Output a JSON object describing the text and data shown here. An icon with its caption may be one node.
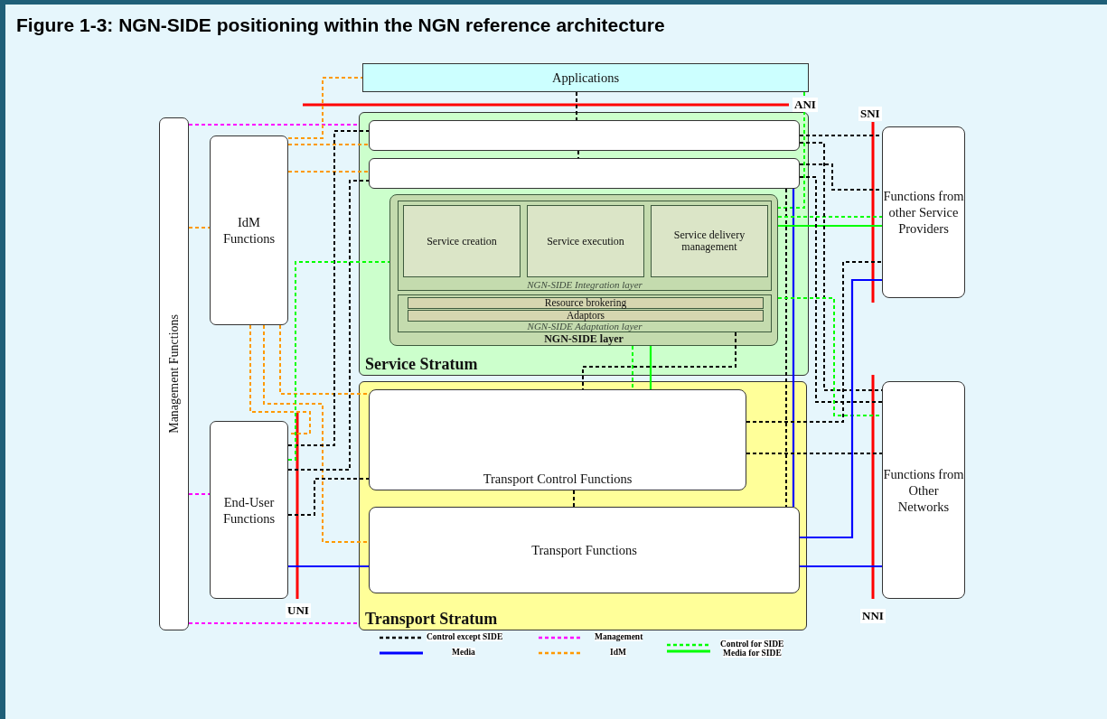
{
  "diagram": {
    "title": "Figure 1-3: NGN-SIDE positioning within the NGN reference architecture",
    "nodes": [
      {
        "text": [
          "Applications"
        ]
      },
      {
        "text": [
          "Management Functions"
        ]
      },
      {
        "text": [
          "IdM Functions"
        ]
      },
      {
        "text": [
          "End-User Functions"
        ]
      },
      {
        "text": [
          "Service Stratum"
        ]
      },
      {
        "text": [],
        "shape": "box",
        "in": 4
      },
      {
        "text": [],
        "shape": "box",
        "in": 4
      },
      {
        "text": [
          "NGN-SIDE layer"
        ],
        "in": 4
      },
      {
        "text": [
          "NGN-SIDE Integration layer"
        ],
        "in": 7
      },
      {
        "text": [
          "Service creation"
        ],
        "in": 8
      },
      {
        "text": [
          "Service execution"
        ],
        "in": 8
      },
      {
        "text": [
          "Service delivery management"
        ],
        "in": 8
      },
      {
        "text": [
          "NGN-SIDE Adaptation layer"
        ],
        "in": 7
      },
      {
        "text": [
          "Resource brokering"
        ],
        "in": 12
      },
      {
        "text": [
          "Adaptors"
        ],
        "in": 12
      },
      {
        "text": [
          "Transport Stratum"
        ]
      },
      {
        "text": [
          "Transport Control Functions"
        ],
        "in": 15
      },
      {
        "text": [
          "Transport Functions"
        ],
        "in": 15
      },
      {
        "text": [
          "Functions from other Service Providers"
        ]
      },
      {
        "text": [
          "Functions from Other Networks"
        ]
      }
    ],
    "edges": [
      {
        "from": 1,
        "to": 4,
        "arrow": "none",
        "style": "dashed",
        "color": "#ff00ff"
      },
      {
        "from": 1,
        "to": 2,
        "arrow": "none",
        "style": "dashed",
        "color": "#ff9900"
      },
      {
        "from": 1,
        "to": 3,
        "arrow": "none",
        "style": "dashed",
        "color": "#ff00ff"
      },
      {
        "from": 1,
        "to": 15,
        "arrow": "none",
        "style": "dashed",
        "color": "#ff00ff"
      },
      {
        "from": 2,
        "to": 0,
        "arrow": "none",
        "style": "dashed",
        "color": "#ff9900"
      },
      {
        "from": 2,
        "to": 5,
        "arrow": "none",
        "style": "dashed",
        "color": "#ff9900"
      },
      {
        "from": 2,
        "to": 6,
        "arrow": "none",
        "style": "dashed",
        "color": "#ff9900"
      },
      {
        "from": 2,
        "to": 16,
        "arrow": "none",
        "style": "dashed",
        "color": "#ff9900"
      },
      {
        "from": 2,
        "to": 17,
        "arrow": "none",
        "style": "dashed",
        "color": "#ff9900"
      },
      {
        "from": 2,
        "to": 3,
        "arrow": "none",
        "style": "dashed",
        "color": "#ff9900"
      },
      {
        "from": 3,
        "to": 5,
        "arrow": "none",
        "style": "dashed"
      },
      {
        "from": 3,
        "to": 6,
        "arrow": "none",
        "style": "dashed"
      },
      {
        "from": 3,
        "to": 16,
        "arrow": "none",
        "style": "dashed"
      },
      {
        "from": 3,
        "to": 17,
        "arrow": "none",
        "color": "#0000ff"
      },
      {
        "from": 3,
        "to": 7,
        "arrow": "none",
        "style": "dashed",
        "color": "#00ff00"
      },
      {
        "from": 0,
        "to": 5,
        "arrow": "none",
        "style": "dashed"
      },
      {
        "from": 0,
        "to": 7,
        "arrow": "none",
        "style": "dashed",
        "color": "#00ff00"
      },
      {
        "from": 5,
        "to": 6,
        "arrow": "none",
        "style": "dashed"
      },
      {
        "from": 6,
        "to": 17,
        "arrow": "none",
        "style": "dashed"
      },
      {
        "from": 6,
        "to": 17,
        "arrow": "none",
        "color": "#0000ff"
      },
      {
        "from": 7,
        "to": 16,
        "arrow": "none",
        "style": "dashed",
        "color": "#00ff00"
      },
      {
        "from": 7,
        "to": 16,
        "arrow": "none",
        "color": "#00ff00"
      },
      {
        "from": 12,
        "to": 16,
        "arrow": "none",
        "style": "dashed"
      },
      {
        "from": 16,
        "to": 17,
        "arrow": "none",
        "style": "dashed"
      },
      {
        "from": 7,
        "to": 18,
        "arrow": "none",
        "style": "dashed",
        "color": "#00ff00"
      },
      {
        "from": 7,
        "to": 18,
        "arrow": "none",
        "color": "#00ff00"
      },
      {
        "from": 5,
        "to": 18,
        "arrow": "none",
        "style": "dashed"
      },
      {
        "from": 5,
        "to": 19,
        "arrow": "none",
        "style": "dashed"
      },
      {
        "from": 6,
        "to": 18,
        "arrow": "none",
        "style": "dashed"
      },
      {
        "from": 6,
        "to": 19,
        "arrow": "none",
        "style": "dashed"
      },
      {
        "from": 7,
        "to": 19,
        "arrow": "none",
        "style": "dashed",
        "color": "#00ff00"
      },
      {
        "from": 16,
        "to": 18,
        "arrow": "none",
        "style": "dashed"
      },
      {
        "from": 16,
        "to": 19,
        "arrow": "none",
        "style": "dashed"
      },
      {
        "from": 17,
        "to": 18,
        "arrow": "none",
        "color": "#0000ff"
      },
      {
        "from": 17,
        "to": 19,
        "arrow": "none",
        "color": "#0000ff"
      }
    ],
    "labels": [
      "ANI",
      "SNI",
      "UNI",
      "NNI"
    ],
    "legend": [
      {
        "text": "Control except SIDE"
      },
      {
        "text": "Management"
      },
      {
        "text": "Control for SIDE"
      },
      {
        "text": "Media"
      },
      {
        "text": "IdM"
      },
      {
        "text": "Media for SIDE"
      }
    ]
  }
}
